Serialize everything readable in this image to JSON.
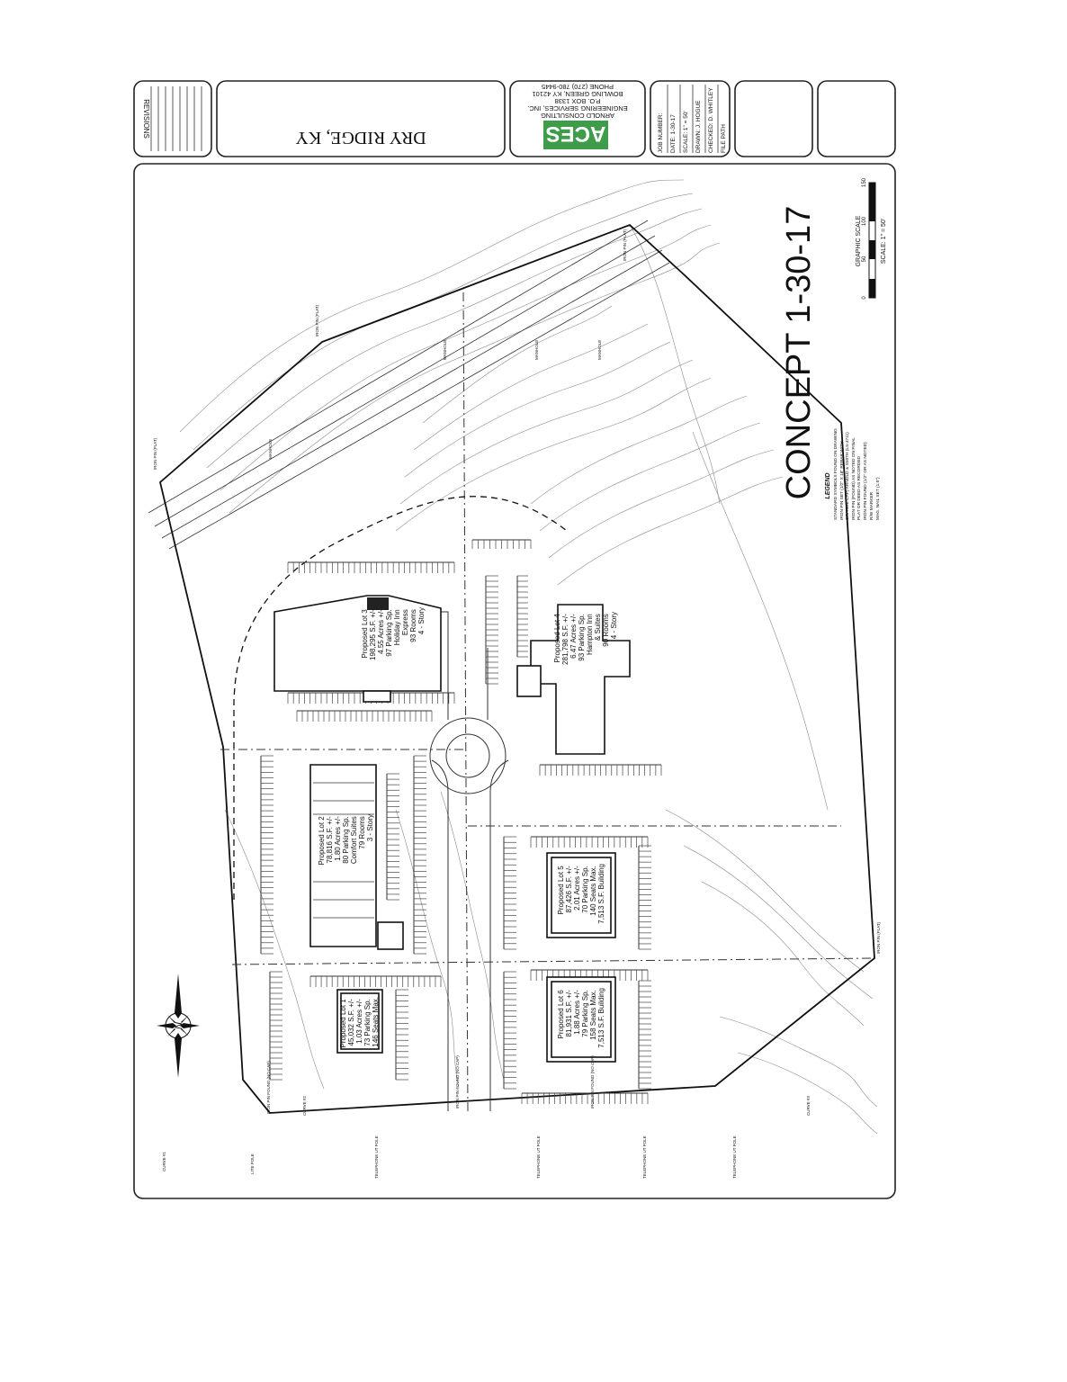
{
  "title_block": {
    "revisions_label": "REVISIONS",
    "project_location": "DRY RIDGE, KY",
    "logo_text": "ACES",
    "company_lines": [
      "ARNOLD CONSULTING",
      "ENGINEERING SERVICES, INC.",
      "P.O. BOX 1338",
      "BOWLING GREEN, KY 42101",
      "PHONE (270) 780-9445"
    ],
    "job_info": [
      "JOB NUMBER:",
      "DATE: 1-30-17",
      "SCALE: 1\" = 50'",
      "DRAWN: J. HOGUE",
      "CHECKED: D. WHITLEY",
      "FILE PATH"
    ]
  },
  "drawing": {
    "title": "CONCEPT 1-30-17",
    "graphic_scale": {
      "label": "GRAPHIC SCALE",
      "ticks": [
        "0",
        "50",
        "100",
        "150"
      ],
      "scale_text": "SCALE: 1\" = 50'"
    },
    "legend": {
      "title": "LEGEND",
      "items": [
        "STANDARD SYMBOLS FOUND ON DRAWING",
        "IRON PIN SET (1/2\" X 18\" REBAR WITH",
        "ORANGE CAP) ARNOLD & SMITH (LS-3711)",
        "IRON PIN (FOUND) AS NOTED ON FINAL",
        "PLAT OR DEED AS RECORDED",
        "IRON PIN FOUND (1/2\" OR AS NOTED)",
        "R/W MARKER",
        "MAG. NAIL SET (1.5\")"
      ]
    },
    "lots": [
      {
        "id": "lot1",
        "lines": [
          "Proposed Lot 1",
          "45,032 S.F. +/-",
          "1.03 Acres +/-",
          "73 Parking Sp.",
          "146 Seats Max."
        ]
      },
      {
        "id": "lot2",
        "lines": [
          "Proposed Lot 2",
          "78,816 S.F. +/-",
          "1.80 Acres +/-",
          "80 Parking Sp.",
          "Comfort Suites",
          "79 Rooms",
          "3 - Story"
        ]
      },
      {
        "id": "lot3",
        "lines": [
          "Proposed Lot 3",
          "198,295 S.F. +/-",
          "4.55 Acres +/-",
          "97 Parking Sp.",
          "Holiday Inn",
          "Express",
          "93 Rooms",
          "4 - Story"
        ]
      },
      {
        "id": "lot4",
        "lines": [
          "Proposed Lot 4",
          "281,798 S.F. +/-",
          "6.47 Acres +/-",
          "93 Parking Sp.",
          "Hampton Inn",
          "& Suites",
          "90 Rooms",
          "4 - Story"
        ]
      },
      {
        "id": "lot5",
        "lines": [
          "Proposed Lot 5",
          "87,426 S.F. +/-",
          "2.01 Acres +/-",
          "70 Parking Sp.",
          "140 Seats Max.",
          "7,513 S.F. Building"
        ]
      },
      {
        "id": "lot6",
        "lines": [
          "Proposed Lot 6",
          "81,931 S.F. +/-",
          "1.88 Acres +/-",
          "79 Parking Sp.",
          "158 Seats Max.",
          "7,513 S.F. Building"
        ]
      }
    ],
    "north_label": "N",
    "pin_labels": [
      "IRON PIN (PLAT)",
      "IRON PIN (PLAT)",
      "IRON PIN (PLAT)",
      "IRON PIN (PLAT)",
      "IRON PIN FOUND (NO CAP)",
      "IRON PIN FOUND (NO CAP)",
      "IRON PIN FOUND (NO CAP)"
    ],
    "pole_labels": [
      "TELEPHONE UT POLE",
      "TELEPHONE UT POLE",
      "TELEPHONE UT POLE",
      "TELEPHONE UT POLE",
      "LITE POLE"
    ],
    "manhole_labels": [
      "MANHOLE",
      "MANHOLE",
      "MANHOLE",
      "MANHOLE"
    ],
    "curve_labels": [
      "CURVE #1",
      "CURVE #2",
      "CURVE #3"
    ]
  }
}
